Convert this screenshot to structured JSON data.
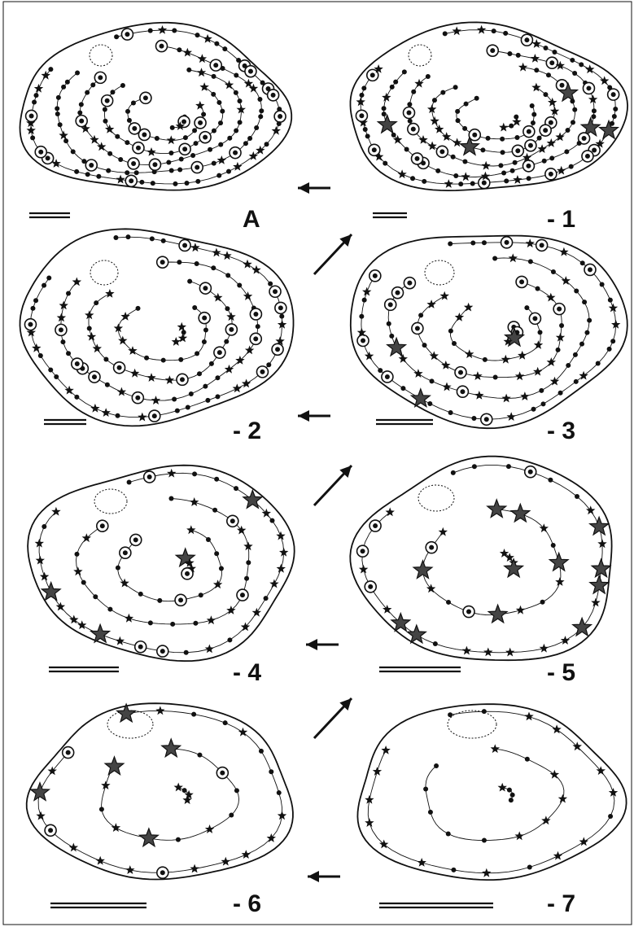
{
  "figure": {
    "panels": [
      {
        "id": "A",
        "label": "A"
      },
      {
        "id": "m1",
        "label": "- 1"
      },
      {
        "id": "m2",
        "label": "- 2"
      },
      {
        "id": "m3",
        "label": "- 3"
      },
      {
        "id": "m4",
        "label": "- 4"
      },
      {
        "id": "m5",
        "label": "- 5"
      },
      {
        "id": "m6",
        "label": "- 6"
      },
      {
        "id": "m7",
        "label": "- 7"
      }
    ],
    "legend_symbols": [
      "dot",
      "circled-dot",
      "small-star",
      "large-star"
    ],
    "arrow_count": 7,
    "colors": {
      "ink": "#111111",
      "paper": "#ffffff"
    }
  }
}
